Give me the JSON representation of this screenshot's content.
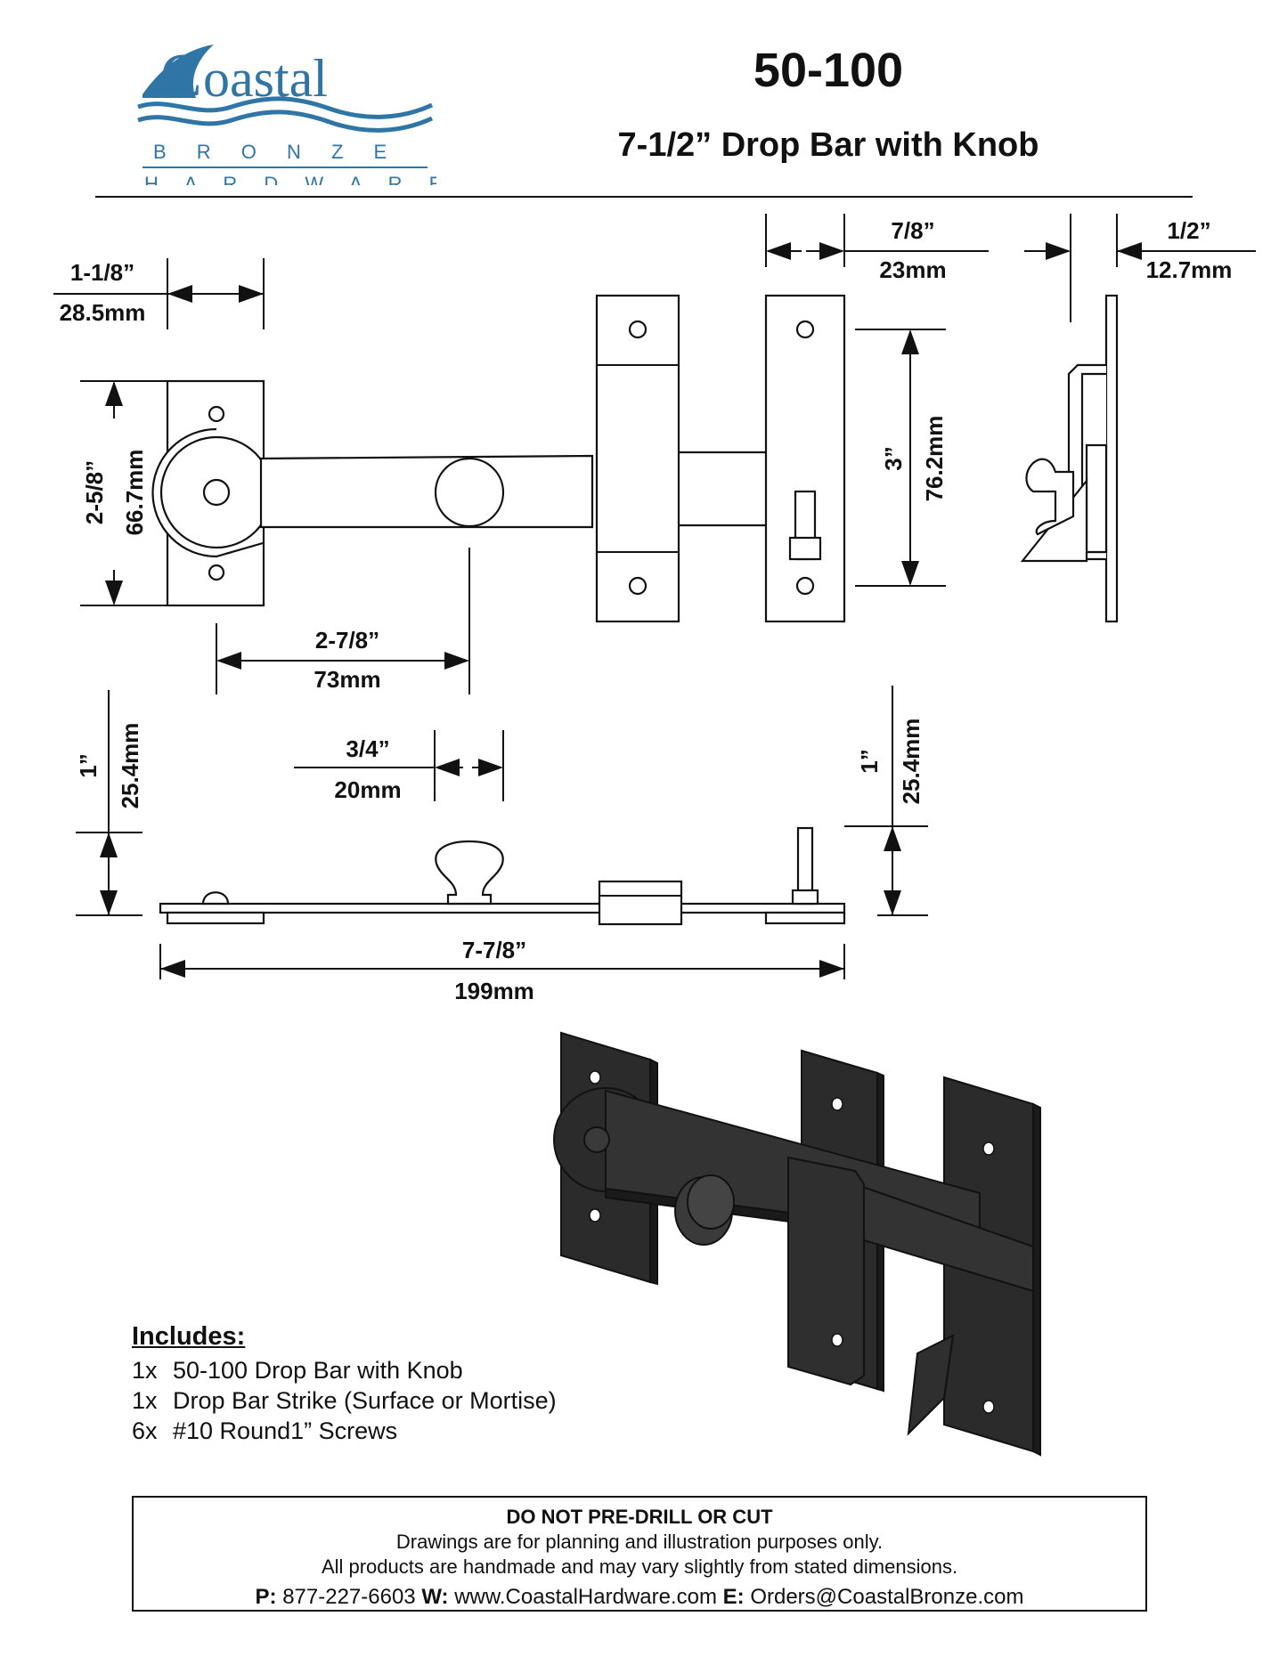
{
  "brand": {
    "name_word": "oastal",
    "name_initial": "C",
    "line1": "B R O N Z E",
    "line2": "H A R D W A R E",
    "color": "#2f76a6"
  },
  "header": {
    "part_number": "50-100",
    "title": "7-1/2” Drop Bar with Knob"
  },
  "dimensions": {
    "plate_width_in": "1-1/8”",
    "plate_width_mm": "28.5mm",
    "plate_height_in": "2-5/8”",
    "plate_height_mm": "66.7mm",
    "knob_offset_in": "2-7/8”",
    "knob_offset_mm": "73mm",
    "strike_width_in": "7/8”",
    "strike_width_mm": "23mm",
    "strike_height_in": "3”",
    "strike_height_mm": "76.2mm",
    "side_depth_in": "1/2”",
    "side_depth_mm": "12.7mm",
    "knob_width_in": "3/4”",
    "knob_width_mm": "20mm",
    "knob_height_in": "1”",
    "knob_height_mm": "25.4mm",
    "catch_height_in": "1”",
    "catch_height_mm": "25.4mm",
    "overall_length_in": "7-7/8”",
    "overall_length_mm": "199mm"
  },
  "includes": {
    "title": "Includes:",
    "items": [
      {
        "qty": "1x",
        "desc": "50-100 Drop Bar with Knob"
      },
      {
        "qty": "1x",
        "desc": "Drop Bar Strike (Surface or Mortise)"
      },
      {
        "qty": "6x",
        "desc": "#10 Round1” Screws"
      }
    ]
  },
  "disclaimer": {
    "title": "DO NOT PRE-DRILL OR CUT",
    "line1": "Drawings are for planning and illustration purposes only.",
    "line2": "All products are handmade and may vary slightly from stated dimensions.",
    "phone_label": "P:",
    "phone": "877-227-6603",
    "web_label": "W:",
    "web": "www.CoastalHardware.com",
    "email_label": "E:",
    "email": "Orders@CoastalBronze.com"
  },
  "colors": {
    "ink": "#111111",
    "bronze_render": "#2b2b2b"
  }
}
